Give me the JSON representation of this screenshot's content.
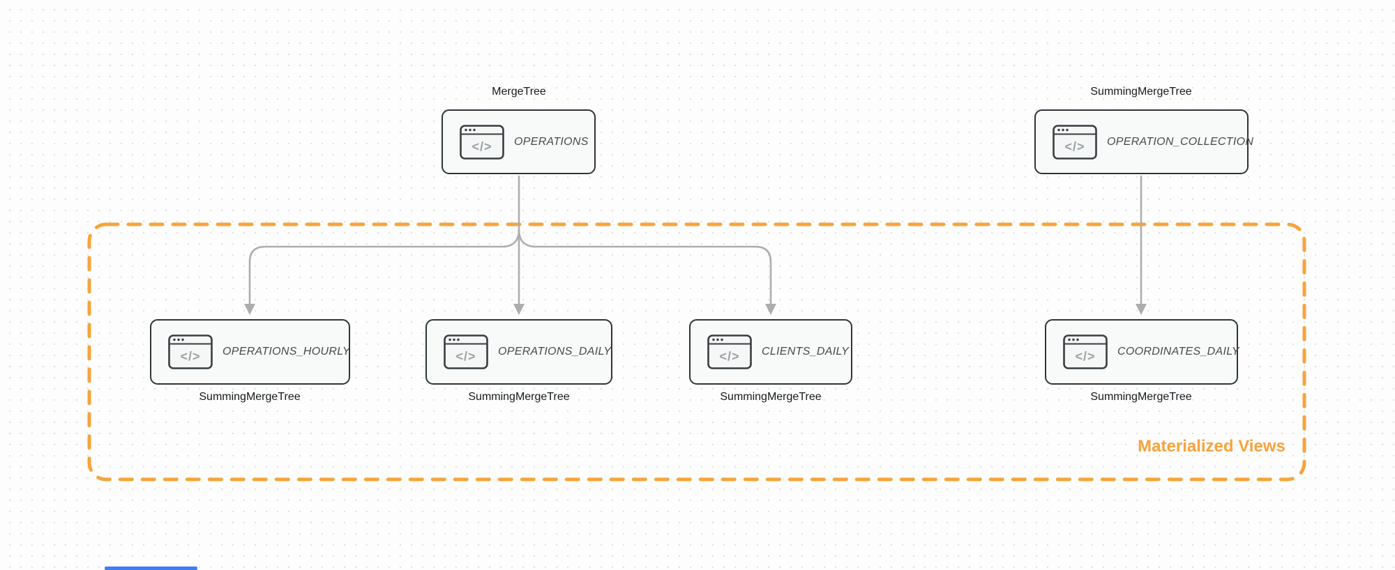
{
  "diagram": {
    "source_tables": [
      {
        "engine": "MergeTree",
        "name": "OPERATIONS"
      },
      {
        "engine": "SummingMergeTree",
        "name": "OPERATION_COLLECTION"
      }
    ],
    "materialized_views": [
      {
        "engine": "SummingMergeTree",
        "name": "OPERATIONS_HOURLY"
      },
      {
        "engine": "SummingMergeTree",
        "name": "OPERATIONS_DAILY"
      },
      {
        "engine": "SummingMergeTree",
        "name": "CLIENTS_DAILY"
      },
      {
        "engine": "SummingMergeTree",
        "name": "COORDINATES_DAILY"
      }
    ],
    "group_label": "Materialized Views",
    "icon": "code-window-icon",
    "colors": {
      "accent_orange": "#F7A43C",
      "arrow_gray": "#ADADAD",
      "node_border": "#2F3438",
      "node_fill": "#F8F9F9",
      "indicator_blue": "#3C7EF6"
    }
  }
}
